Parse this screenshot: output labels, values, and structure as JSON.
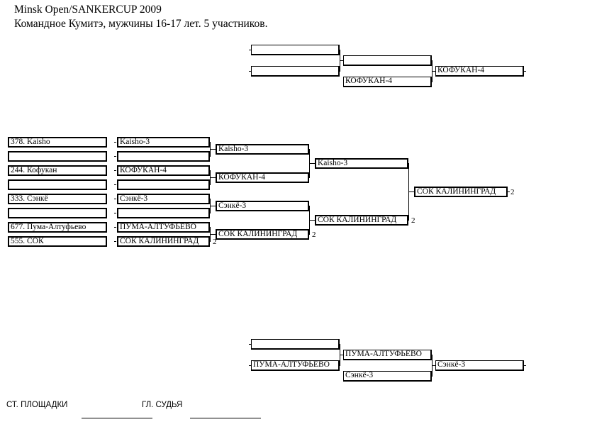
{
  "header": {
    "title": "Minsk Open/SANKERCUP 2009",
    "subtitle": "Командное Кумитэ, мужчины 16-17 лет. 5 участников."
  },
  "entrants": [
    "378. Kaisho",
    "",
    "244. Кофукан",
    "",
    "333. Сэнкё",
    "",
    "677. Пума-Алтуфьево",
    "555. СОК"
  ],
  "round1": [
    "Kaisho-3",
    "",
    "КОФУКАН-4",
    "",
    "Сэнкё-3",
    "",
    "ПУМА-АЛТУФЬЕВО",
    "СОК КАЛИНИНГРАД"
  ],
  "round1_score": "2",
  "round2": [
    "Kaisho-3",
    "КОФУКАН-4",
    "Сэнкё-3",
    "СОК КАЛИНИНГРАД"
  ],
  "round2_score": "2",
  "semis": [
    "Kaisho-3",
    "СОК КАЛИНИНГРАД"
  ],
  "semis_score": "2",
  "final": "СОК КАЛИНИНГРАД",
  "final_score": "2",
  "repechage_top": {
    "r1": [
      "",
      ""
    ],
    "r2": [
      "",
      "КОФУКАН-4"
    ],
    "winner": "КОФУКАН-4"
  },
  "repechage_bottom": {
    "r1": [
      "",
      "ПУМА-АЛТУФЬЕВО"
    ],
    "r2": [
      "ПУМА-АЛТУФЬЕВО",
      "Сэнкё-3"
    ],
    "winner": "Сэнкё-3"
  },
  "footer": {
    "site_label": "СТ. ПЛОЩАДКИ",
    "judge_label": "ГЛ. СУДЬЯ"
  }
}
